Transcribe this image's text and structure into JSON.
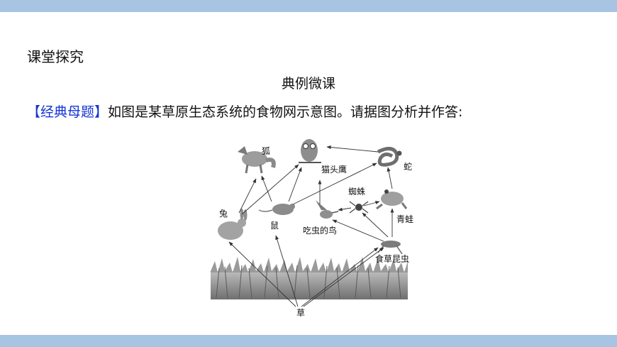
{
  "slide": {
    "section_title": "课堂探究",
    "subtitle": "典例微课",
    "question_tag": "【经典母题】",
    "question_text": "如图是某草原生态系统的食物网示意图。请据图分析并作答:"
  },
  "food_web": {
    "organisms": {
      "fox": "狐",
      "owl": "猫头鹰",
      "snake": "蛇",
      "spider": "蜘蛛",
      "frog": "青蛙",
      "rabbit": "兔",
      "mouse": "鼠",
      "bird": "吃虫的鸟",
      "insect": "食草昆虫",
      "grass": "草"
    }
  },
  "colors": {
    "accent_bar": "#a7c4e2",
    "tag_blue": "#1436d6"
  }
}
